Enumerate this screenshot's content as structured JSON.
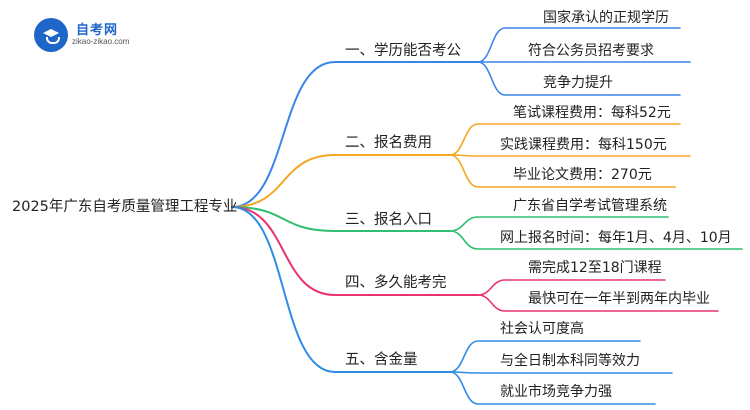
{
  "logo": {
    "title": "自考网",
    "url": "zikao-zikao.com",
    "icon": "graduation-cap-icon"
  },
  "mindmap": {
    "root": "2025年广东自考质量管理工程专业",
    "branches": [
      {
        "label": "一、学历能否考公",
        "color": "#3a86e8",
        "children": [
          "国家承认的正规学历",
          "符合公务员招考要求",
          "竞争力提升"
        ]
      },
      {
        "label": "二、报名费用",
        "color": "#f5a623",
        "children": [
          "笔试课程费用：每科52元",
          "实践课程费用：每科150元",
          "毕业论文费用：270元"
        ]
      },
      {
        "label": "三、报名入口",
        "color": "#2fbf71",
        "children": [
          "广东省自学考试管理系统",
          "网上报名时间：每年1月、4月、10月"
        ]
      },
      {
        "label": "四、多久能考完",
        "color": "#e8336d",
        "children": [
          "需完成12至18门课程",
          "最快可在一年半到两年内毕业"
        ]
      },
      {
        "label": "五、含金量",
        "color": "#2f8de4",
        "children": [
          "社会认可度高",
          "与全日制本科同等效力",
          "就业市场竞争力强"
        ]
      }
    ]
  }
}
